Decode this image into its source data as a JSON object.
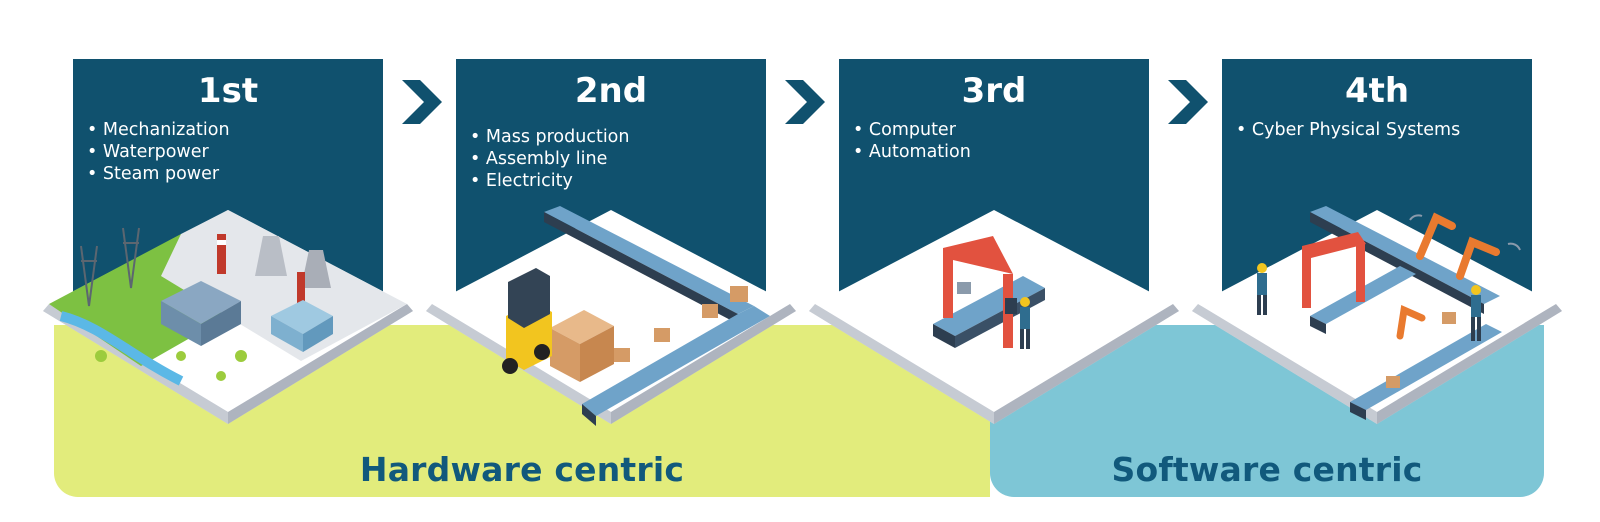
{
  "stages": [
    {
      "title": "1st",
      "items": [
        "Mechanization",
        "Waterpower",
        "Steam power"
      ]
    },
    {
      "title": "2nd",
      "items": [
        "Mass production",
        "Assembly line",
        "Electricity"
      ]
    },
    {
      "title": "3rd",
      "items": [
        "Computer",
        "Automation"
      ]
    },
    {
      "title": "4th",
      "items": [
        "Cyber Physical Systems"
      ]
    }
  ],
  "bands": {
    "hardware": "Hardware centric",
    "software": "Software centric"
  },
  "colors": {
    "panel": "#10516e",
    "hardware_band": "#e2ec7c",
    "software_band": "#7ec6d6",
    "band_text": "#11597c"
  }
}
